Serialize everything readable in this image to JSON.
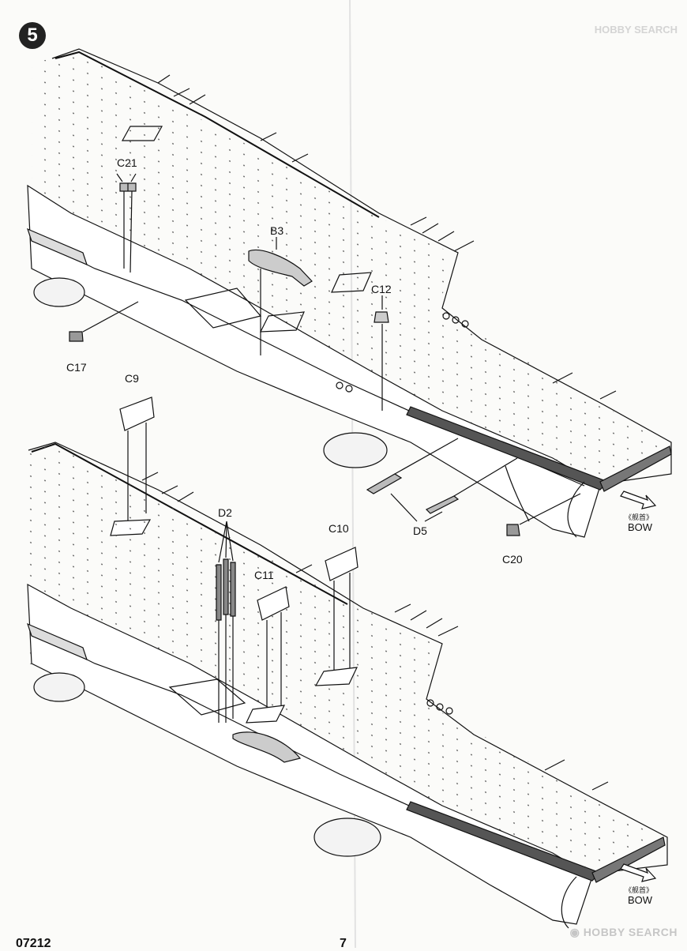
{
  "step": "5",
  "parts_upper": {
    "c21": "C21",
    "b3": "B3",
    "c12": "C12",
    "c17": "C17",
    "c9": "C9",
    "d5": "D5",
    "c20": "C20"
  },
  "parts_lower": {
    "d2": "D2",
    "c10": "C10",
    "c11": "C11"
  },
  "bow": {
    "sub": "《舰首》",
    "label": "BOW"
  },
  "footer": {
    "left_code": "07212",
    "page_number": "7"
  },
  "watermark": {
    "text": "HOBBY SEARCH"
  }
}
